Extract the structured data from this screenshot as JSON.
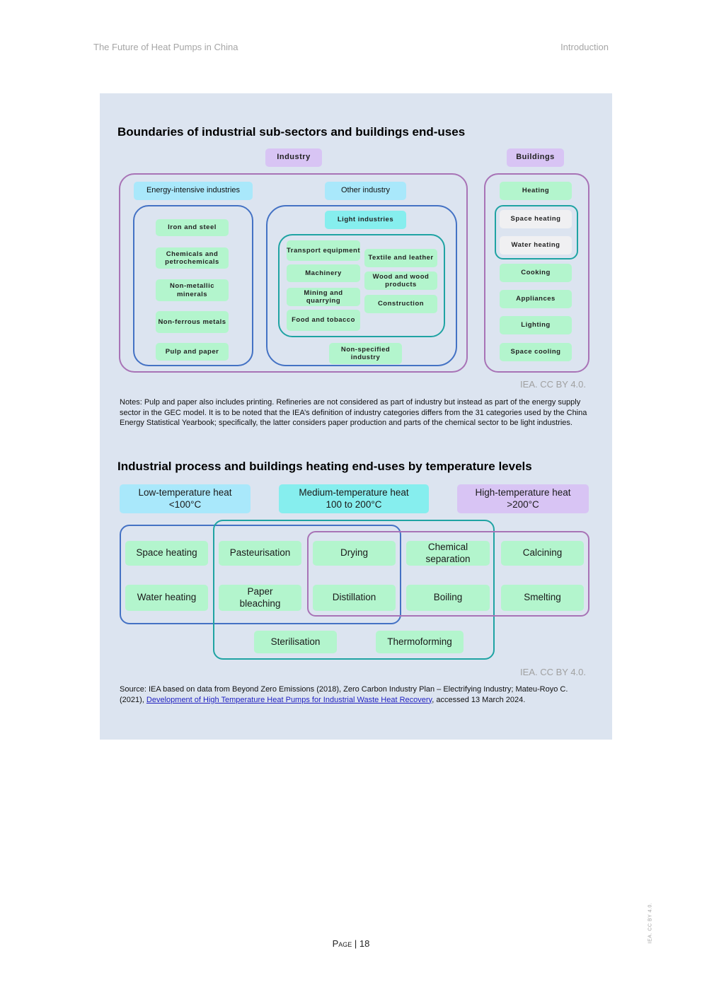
{
  "header": {
    "left": "The Future of Heat Pumps in China",
    "right": "Introduction"
  },
  "figure1": {
    "title": "Boundaries of industrial sub-sectors and buildings end-uses",
    "industry_label": "Industry",
    "buildings_label": "Buildings",
    "energy_intensive_label": "Energy-intensive industries",
    "energy_intensive_items": [
      "Iron and steel",
      "Chemicals and petrochemicals",
      "Non-metallic minerals",
      "Non-ferrous metals",
      "Pulp and paper"
    ],
    "other_industry_label": "Other industry",
    "light_industries_label": "Light industries",
    "light_left_items": [
      "Transport equipment",
      "Machinery",
      "Mining and quarrying",
      "Food and tobacco"
    ],
    "light_right_items": [
      "Textile and leather",
      "Wood and wood products",
      "Construction"
    ],
    "non_specified": "Non-specified industry",
    "buildings_items": [
      "Heating",
      "Space heating",
      "Water heating",
      "Cooking",
      "Appliances",
      "Lighting",
      "Space cooling"
    ],
    "credit": "IEA. CC BY 4.0.",
    "notes": "Notes: Pulp and paper also includes printing. Refineries are not considered as part of industry but instead as part of the energy supply sector in the GEC model. It is to be noted that the IEA’s definition of industry categories differs from the 31 categories used by the China Energy Statistical Yearbook; specifically, the latter considers paper production and parts of the chemical sector to be light industries."
  },
  "figure2": {
    "title": "Industrial process and buildings heating end-uses by temperature levels",
    "levels": [
      {
        "name": "Low-temperature heat",
        "range": "<100°C"
      },
      {
        "name": "Medium-temperature heat",
        "range": "100 to 200°C"
      },
      {
        "name": "High-temperature heat",
        "range": ">200°C"
      }
    ],
    "row1": [
      "Space heating",
      "Pasteurisation",
      "Drying",
      "Chemical separation",
      "Calcining"
    ],
    "row2": [
      "Water heating",
      "Paper bleaching",
      "Distillation",
      "Boiling",
      "Smelting"
    ],
    "row3": [
      "Sterilisation",
      "Thermoforming"
    ],
    "credit": "IEA. CC BY 4.0.",
    "source_prefix": "Source: IEA based on data from Beyond Zero Emissions (2018), Zero Carbon Industry Plan – Electrifying Industry; Mateu-Royo C. (2021), ",
    "source_link": "Development of High Temperature Heat Pumps for Industrial Waste Heat Recovery",
    "source_suffix": ", accessed 13 March 2024."
  },
  "footer": {
    "page_label": "Page",
    "page_number": "18",
    "side_credit": "IEA. CC BY 4.0."
  }
}
